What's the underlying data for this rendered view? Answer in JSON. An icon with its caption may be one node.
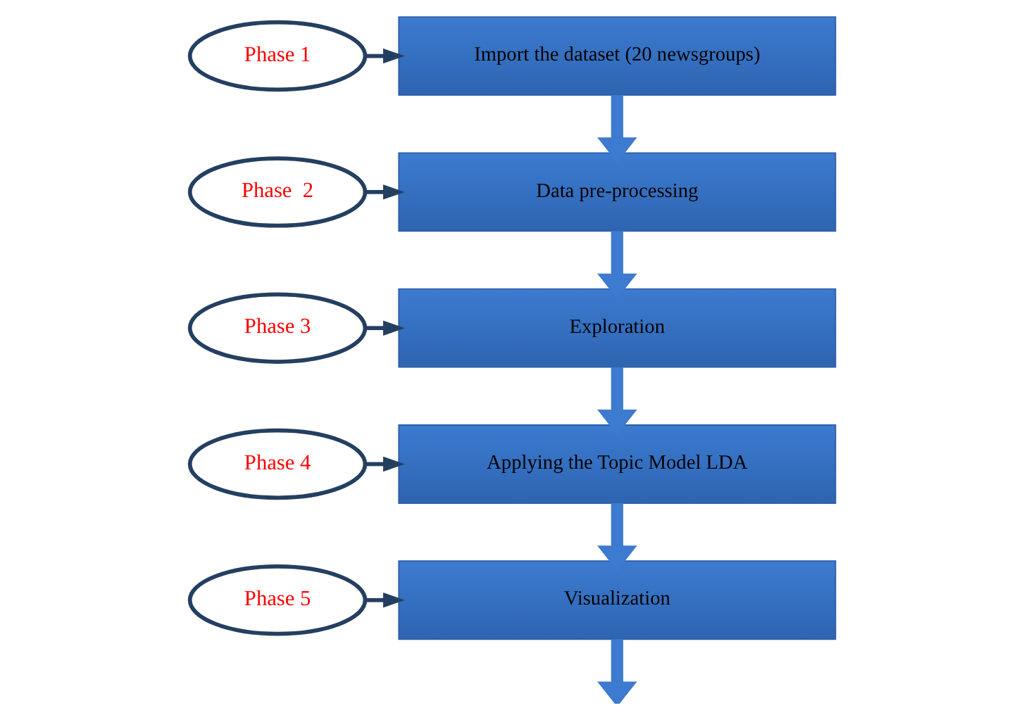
{
  "diagram": {
    "nodes": [
      {
        "text": [
          "Phase 1"
        ]
      },
      {
        "text": [
          "Import the dataset (20 newsgroups)"
        ]
      },
      {
        "text": [
          "Phase  2"
        ]
      },
      {
        "text": [
          "Data pre-processing"
        ]
      },
      {
        "text": [
          "Phase 3"
        ]
      },
      {
        "text": [
          "Exploration"
        ]
      },
      {
        "text": [
          "Phase 4"
        ]
      },
      {
        "text": [
          "Applying the Topic Model LDA"
        ]
      },
      {
        "text": [
          "Phase 5"
        ]
      },
      {
        "text": [
          "Visualization"
        ]
      }
    ],
    "edges": [
      {
        "from": 0,
        "to": 1,
        "arrow": "to"
      },
      {
        "from": 1,
        "to": 3,
        "arrow": "to",
        "style": "thick",
        "color": "#3c7bd0"
      },
      {
        "from": 2,
        "to": 3,
        "arrow": "to"
      },
      {
        "from": 3,
        "to": 5,
        "arrow": "to",
        "style": "thick",
        "color": "#3c7bd0"
      },
      {
        "from": 4,
        "to": 5,
        "arrow": "to"
      },
      {
        "from": 5,
        "to": 7,
        "arrow": "to",
        "style": "thick",
        "color": "#3c7bd0"
      },
      {
        "from": 6,
        "to": 7,
        "arrow": "to"
      },
      {
        "from": 7,
        "to": 9,
        "arrow": "to",
        "style": "thick",
        "color": "#3c7bd0"
      },
      {
        "from": 8,
        "to": 9,
        "arrow": "to"
      },
      {
        "from": 9,
        "to": null,
        "arrow": "to",
        "style": "thick",
        "color": "#3c7bd0"
      }
    ]
  }
}
